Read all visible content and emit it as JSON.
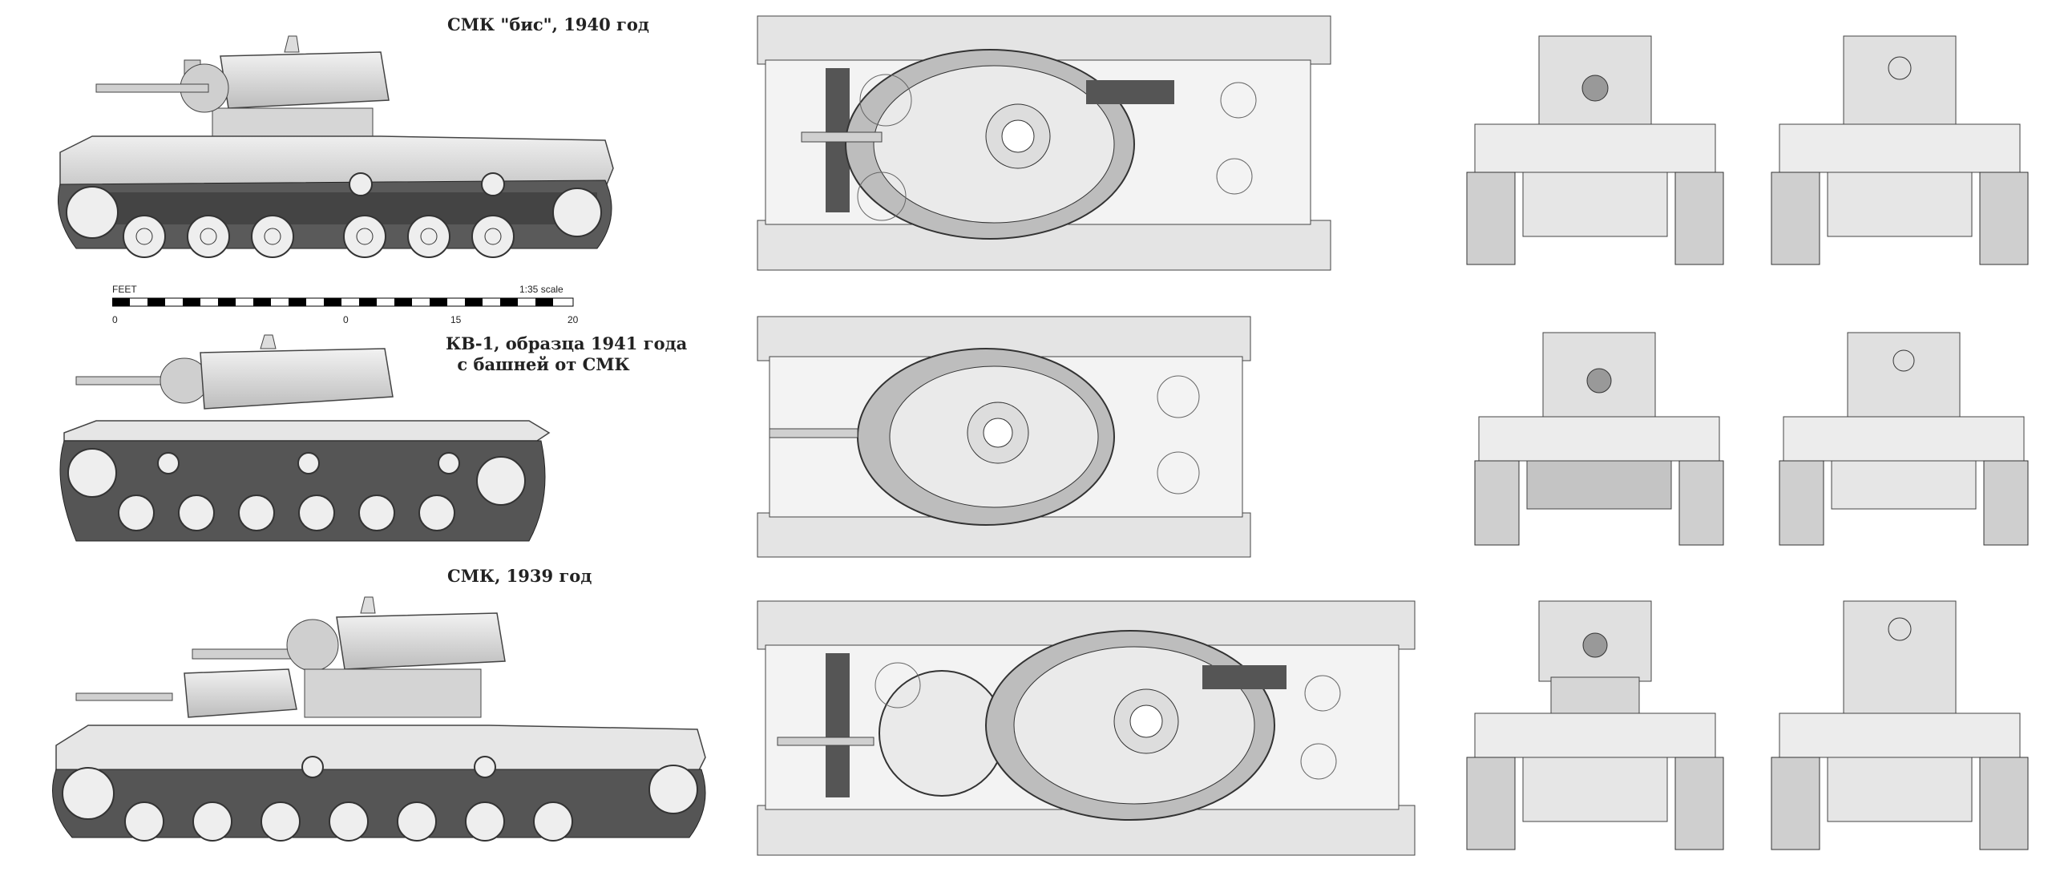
{
  "labels": {
    "smk_bis": "СМК \"бис\", 1940 год",
    "kv1_line1": "КВ-1, образца 1941 года",
    "kv1_line2": "с башней от СМК",
    "smk_1939": "СМК, 1939 год"
  },
  "scale_bar": {
    "unit": "FEET",
    "ratio": "1:35 scale",
    "ticks": [
      "0",
      "0",
      "15",
      "20"
    ]
  },
  "colors": {
    "hull_gray": "#d9d9d9",
    "turret_gray": "#cfcfcf",
    "track_dark": "#3a3a3a",
    "line": "#444444"
  }
}
